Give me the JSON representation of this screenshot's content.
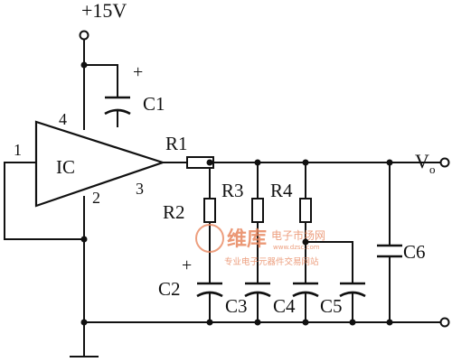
{
  "labels": {
    "supply": "+15V",
    "c1": "C1",
    "c1_plus": "+",
    "pin4": "4",
    "pin1": "1",
    "pin2": "2",
    "pin3": "3",
    "ic": "IC",
    "r1": "R1",
    "r2": "R2",
    "r3": "R3",
    "r4": "R4",
    "c2": "C2",
    "c2_plus": "+",
    "c3": "C3",
    "c4": "C4",
    "c5": "C5",
    "c6": "C6",
    "vo": "V",
    "vo_sub": "o"
  },
  "watermark": {
    "brand": "维库",
    "tag": "电子市场网",
    "tagline": "专业电子元器件交易网站",
    "url": "www.dzsc.com"
  },
  "colors": {
    "ink": "#111111",
    "watermark": "#e8875f"
  }
}
